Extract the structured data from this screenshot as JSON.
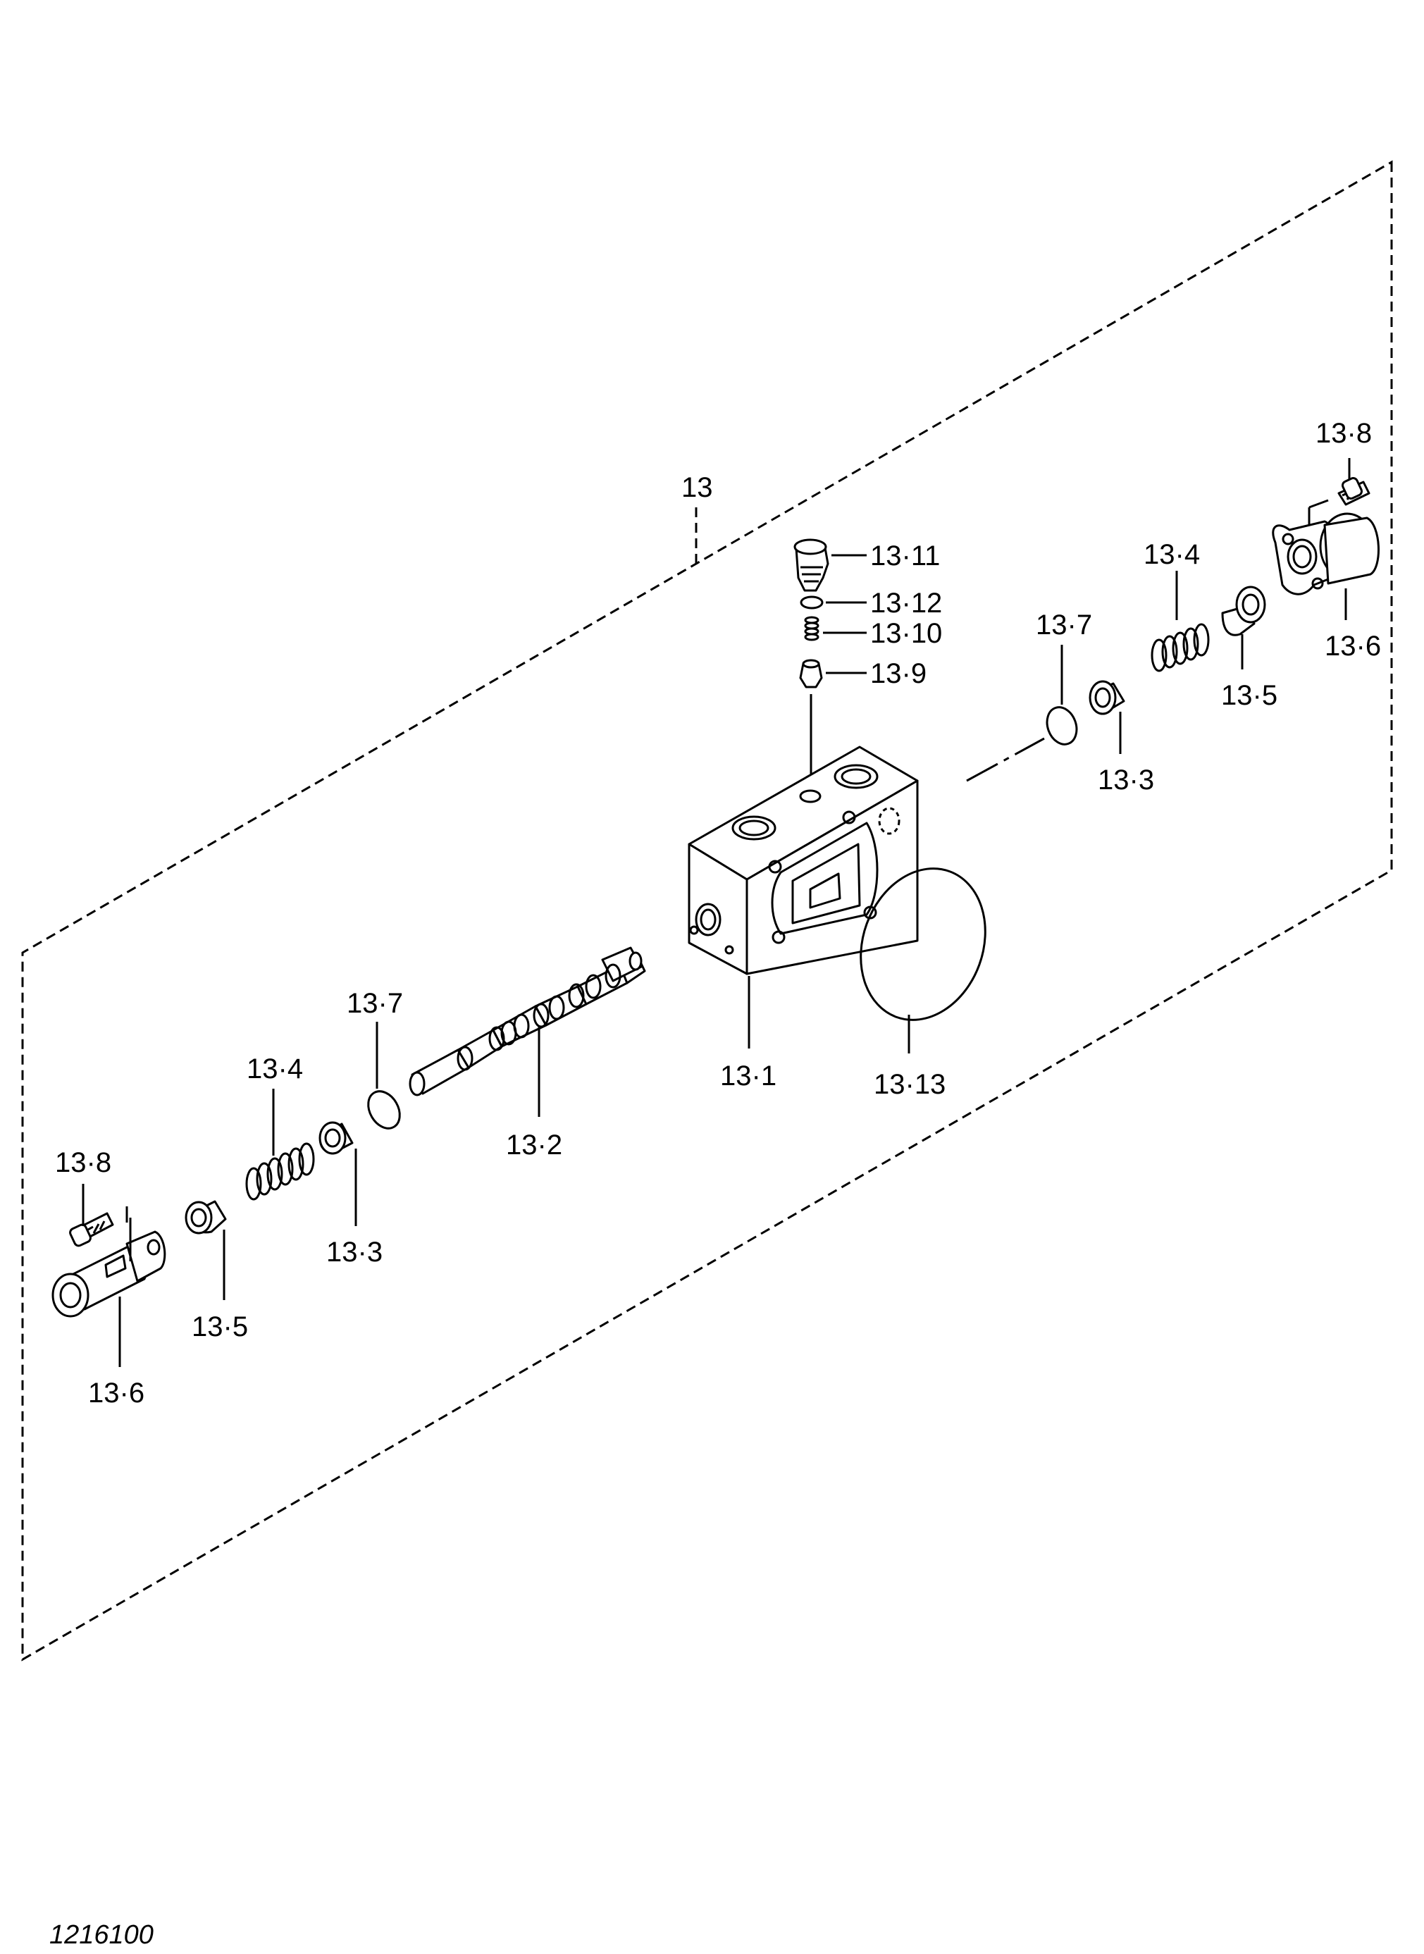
{
  "figure_number": "1216100",
  "group_label": "13",
  "callouts": {
    "body": "13·1",
    "spool": "13·2",
    "spring_seat_left": "13·3",
    "spring_seat_right": "13·3",
    "spring_left": "13·4",
    "spring_right": "13·4",
    "stopper_left": "13·5",
    "stopper_right": "13·5",
    "cap_left": "13·6",
    "cap_right": "13·6",
    "o_ring_left": "13·7",
    "o_ring_right": "13·7",
    "bolt_left": "13·8",
    "bolt_right": "13·8",
    "poppet": "13·9",
    "small_spring": "13·10",
    "plug": "13·11",
    "small_o_ring": "13·12",
    "large_o_ring": "13·13"
  }
}
